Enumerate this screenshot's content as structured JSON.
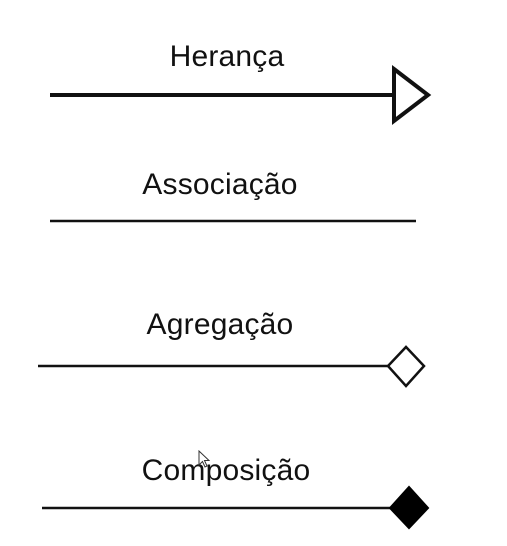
{
  "relations": [
    {
      "label": "Herança",
      "line": "thick",
      "end": "hollow-triangle-icon"
    },
    {
      "label": "Associação",
      "line": "thin",
      "end": "none"
    },
    {
      "label": "Agregação",
      "line": "thin",
      "end": "hollow-diamond-icon"
    },
    {
      "label": "Composição",
      "line": "thin",
      "end": "filled-diamond-icon"
    }
  ],
  "colors": {
    "line": "#111111",
    "fill_hollow": "#ffffff",
    "fill_solid": "#000000",
    "background": "#ffffff"
  }
}
